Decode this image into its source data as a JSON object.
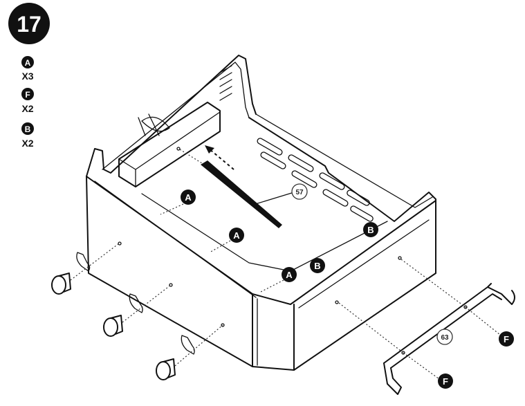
{
  "step": {
    "number": "17"
  },
  "parts": [
    {
      "letter": "A",
      "qty": "X3"
    },
    {
      "letter": "F",
      "qty": "X2"
    },
    {
      "letter": "B",
      "qty": "X2"
    }
  ],
  "diagram_labels": {
    "a1": "A",
    "a2": "A",
    "a3": "A",
    "b1": "B",
    "b2": "B",
    "f1": "F",
    "f2": "F",
    "callout_57": "57",
    "callout_63": "63"
  },
  "colors": {
    "badge": "#111111",
    "line": "#111111"
  }
}
